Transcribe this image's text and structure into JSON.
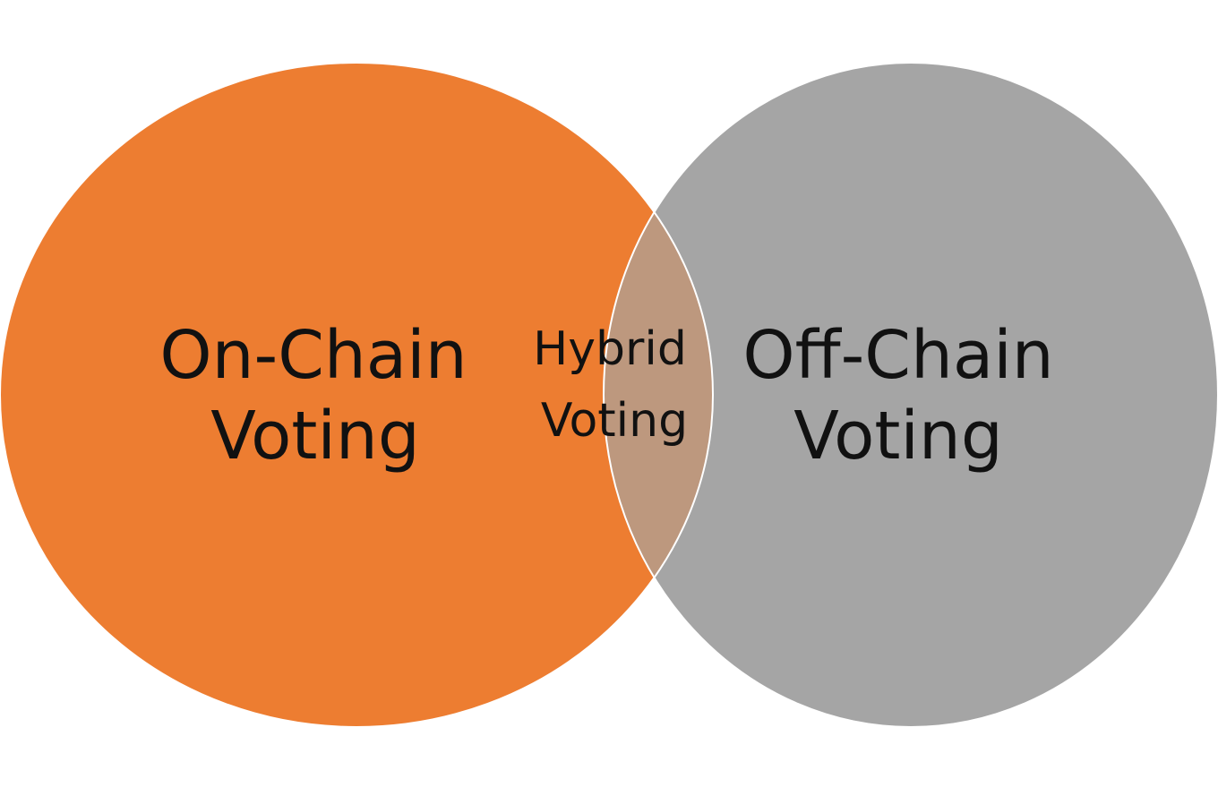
{
  "diagram": {
    "left_set": {
      "line1": "On-Chain",
      "line2": "Voting",
      "color": "#ed7d31"
    },
    "right_set": {
      "line1": "Off-Chain",
      "line2": "Voting",
      "color": "#a5a5a5"
    },
    "overlap": {
      "line1": "Hybrid",
      "line2": "Voting",
      "color": "#bd987e"
    },
    "outline_color": "#ffffff",
    "background_color": "#ffffff"
  }
}
